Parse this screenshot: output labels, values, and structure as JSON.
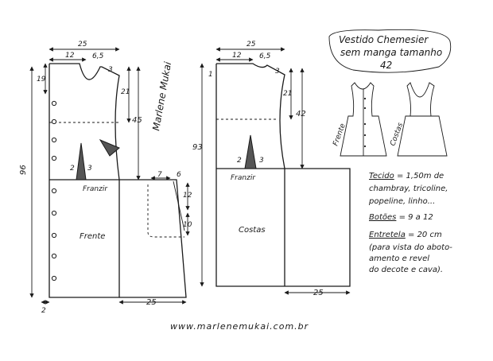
{
  "title": {
    "line1": "Vestido Chemesier",
    "line2": "sem manga tamanho",
    "line3": "42"
  },
  "front": {
    "label": "Frente",
    "franzir": "Franzir",
    "dims": {
      "top_width": "25",
      "neck_width": "12",
      "shoulder": "6,5",
      "shoulder_drop": "3",
      "neck_depth": "19",
      "armhole_depth": "21",
      "bust_to_waist": "45",
      "total_length": "96",
      "hem_half": "25",
      "button_ext": "2",
      "pocket_width": "7",
      "pocket_top": "6",
      "pocket_h1": "12",
      "pocket_h2": "10",
      "dart_a": "2",
      "dart_b": "3"
    }
  },
  "back": {
    "label": "Costas",
    "franzir": "Franzir",
    "dims": {
      "top_width": "25",
      "neck_width": "12",
      "shoulder": "6,5",
      "shoulder_drop": "3",
      "neck_depth": "1",
      "armhole_depth": "21",
      "bust_to_waist": "42",
      "total_length": "93",
      "hem_half": "25",
      "dart_a": "2",
      "dart_b": "3"
    }
  },
  "signature": "Marlene Mukai",
  "sketch_labels": {
    "front": "Frente",
    "back": "Costas"
  },
  "notes": {
    "tecido_label": "Tecido",
    "tecido": "= 1,50m de",
    "tecido2": "chambray, tricoline,",
    "tecido3": "popeline, linho...",
    "botoes_label": "Botões",
    "botoes": "= 9 a 12",
    "entretela_label": "Entretela",
    "entretela": "= 20 cm",
    "entretela2": "(para vista do aboto-",
    "entretela3": "amento e revel",
    "entretela4": "do decote e cava)."
  },
  "website": "www.marlenemukai.com.br"
}
